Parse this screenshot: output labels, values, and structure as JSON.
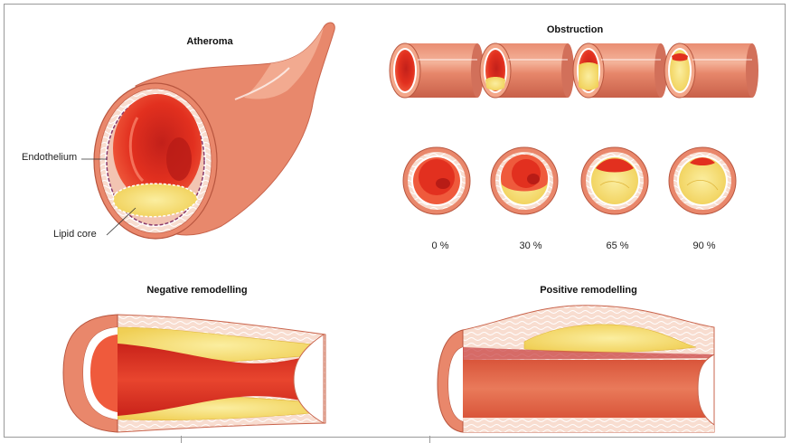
{
  "titles": {
    "atheroma": "Atheroma",
    "obstruction": "Obstruction",
    "negative": "Negative remodelling",
    "positive": "Positive remodelling"
  },
  "labels": {
    "endothelium": "Endothelium",
    "lipid_core": "Lipid core"
  },
  "obstruction_stages": [
    {
      "label": "0 %",
      "value": 0
    },
    {
      "label": "30 %",
      "value": 30
    },
    {
      "label": "65 %",
      "value": 65
    },
    {
      "label": "90 %",
      "value": 90
    }
  ],
  "colors": {
    "vessel_outer": "#e8866a",
    "vessel_skin": "#f3a78a",
    "lumen": "#e2301f",
    "lumen_dark": "#b81c16",
    "plaque": "#f5dd6b",
    "plaque_light": "#fbeea0",
    "wall_pink": "#f7d7c9",
    "endothelium": "#8a3a6a",
    "frame": "#9a9a9a"
  }
}
